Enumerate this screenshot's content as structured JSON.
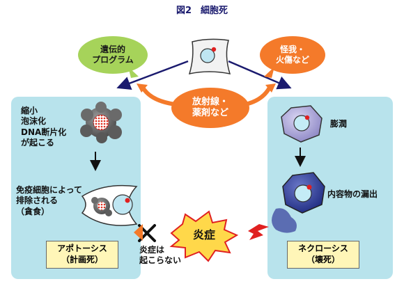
{
  "title": "図2　細胞死",
  "top": {
    "green_oval": "遺伝的\nプログラム",
    "orange_oval": "怪我・\n火傷など",
    "center_oval": "放射線・\n薬剤など"
  },
  "apoptosis": {
    "steps": "縮小\n泡沫化\nDNA断片化\nが起こる",
    "phagocytosis": "免疫細胞によって\n排除される\n（貪食）",
    "label": "アポトーシス\n（計画死）"
  },
  "necrosis": {
    "swelling": "膨潤",
    "leakage": "内容物の漏出",
    "label": "ネクローシス\n（壊死）"
  },
  "inflammation": {
    "label": "炎症",
    "no_inflammation": "炎症は\n起こらない"
  },
  "colors": {
    "panel": "#b8e3ec",
    "green": "#a6d35a",
    "orange": "#f47a2a",
    "navy": "#1a1a6e",
    "label_bg": "#fff6b8"
  }
}
